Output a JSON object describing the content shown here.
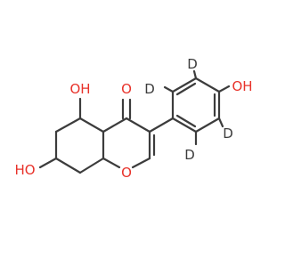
{
  "molecule": {
    "atoms": {
      "oh_top": "OH",
      "o_carbonyl": "O",
      "oh_left": "HO",
      "o_ring": "O",
      "oh_phenol": "OH",
      "d_top": "D",
      "d_upper_left": "D",
      "d_right": "D",
      "d_bottom": "D"
    },
    "colors": {
      "bond": "#3c3c3c",
      "oxygen": "#e8322a",
      "deuterium": "#3c3c3c",
      "background": "#ffffff"
    }
  }
}
